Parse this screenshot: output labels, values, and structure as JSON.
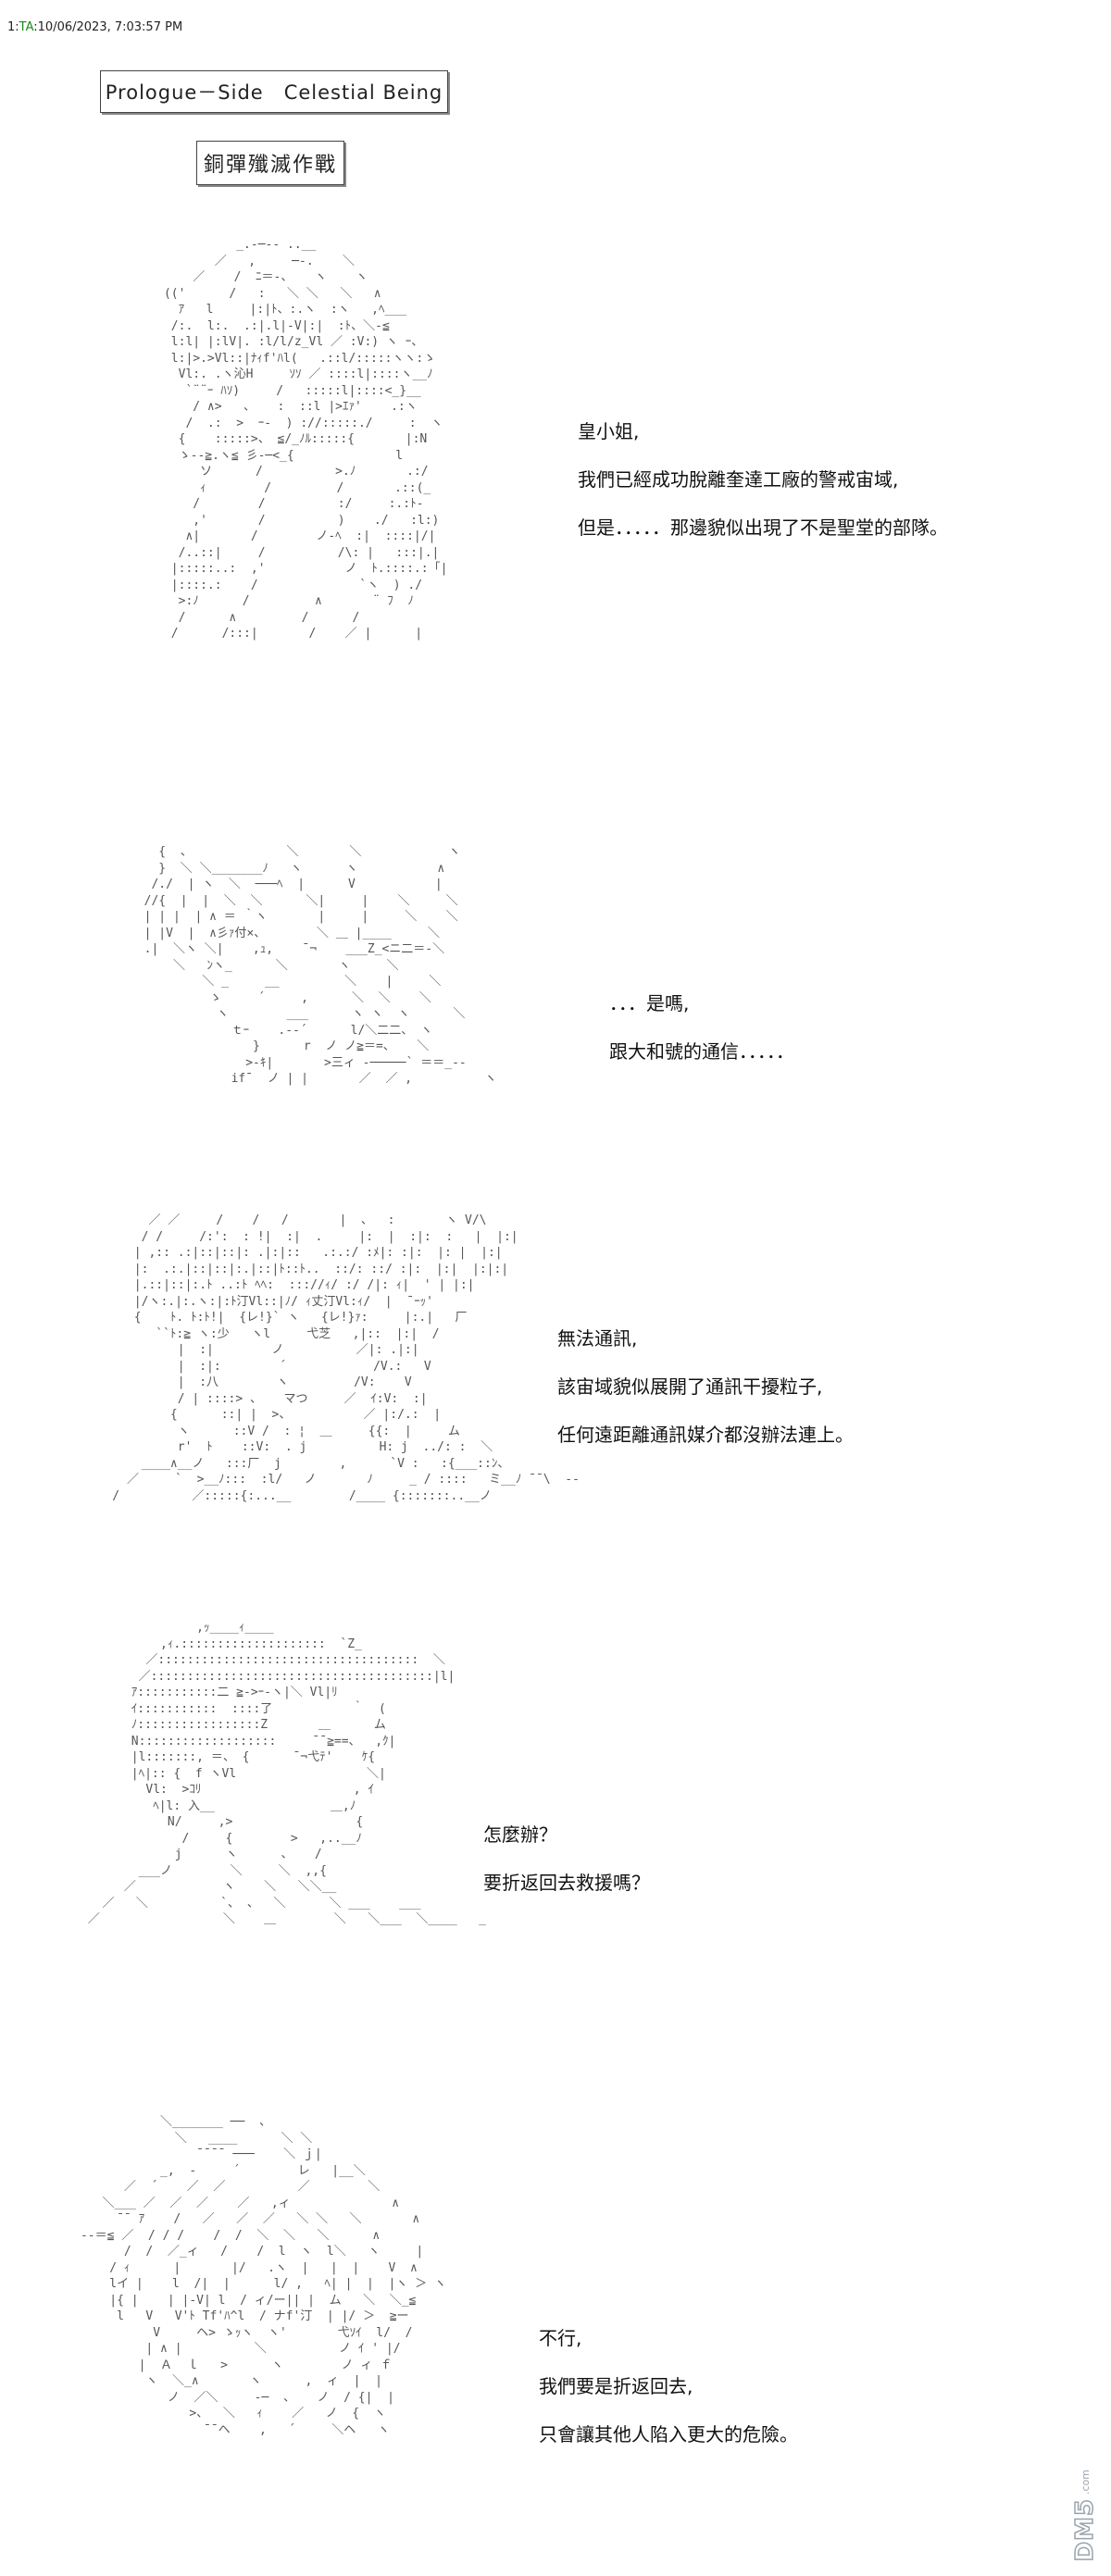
{
  "header": {
    "post_number": "1",
    "name": "TA",
    "timestamp": ":10/06/2023, 7:03:57 PM"
  },
  "title": "Prologue－Side　Celestial Being",
  "subtitle": "銅彈殲滅作戰",
  "panels": [
    {
      "lines": [
        "皇小姐,",
        "我們已經成功脫離奎達工廠的警戒宙域,",
        "但是．．．．．那邊貌似出現了不是聖堂的部隊。"
      ]
    },
    {
      "lines": [
        "．．．是嗎,",
        "跟大和號的通信．．．．．"
      ]
    },
    {
      "lines": [
        "無法通訊,",
        "該宙域貌似展開了通訊干擾粒子,",
        "任何遠距離通訊媒介都沒辦法連上。"
      ]
    },
    {
      "lines": [
        "怎麼辦？",
        "要折返回去救援嗎？"
      ]
    },
    {
      "lines": [
        "不行,",
        "我們要是折返回去,",
        "只會讓其他人陷入更大的危險。"
      ]
    }
  ],
  "watermark": {
    "main": "DM5",
    "sub": ".com"
  }
}
